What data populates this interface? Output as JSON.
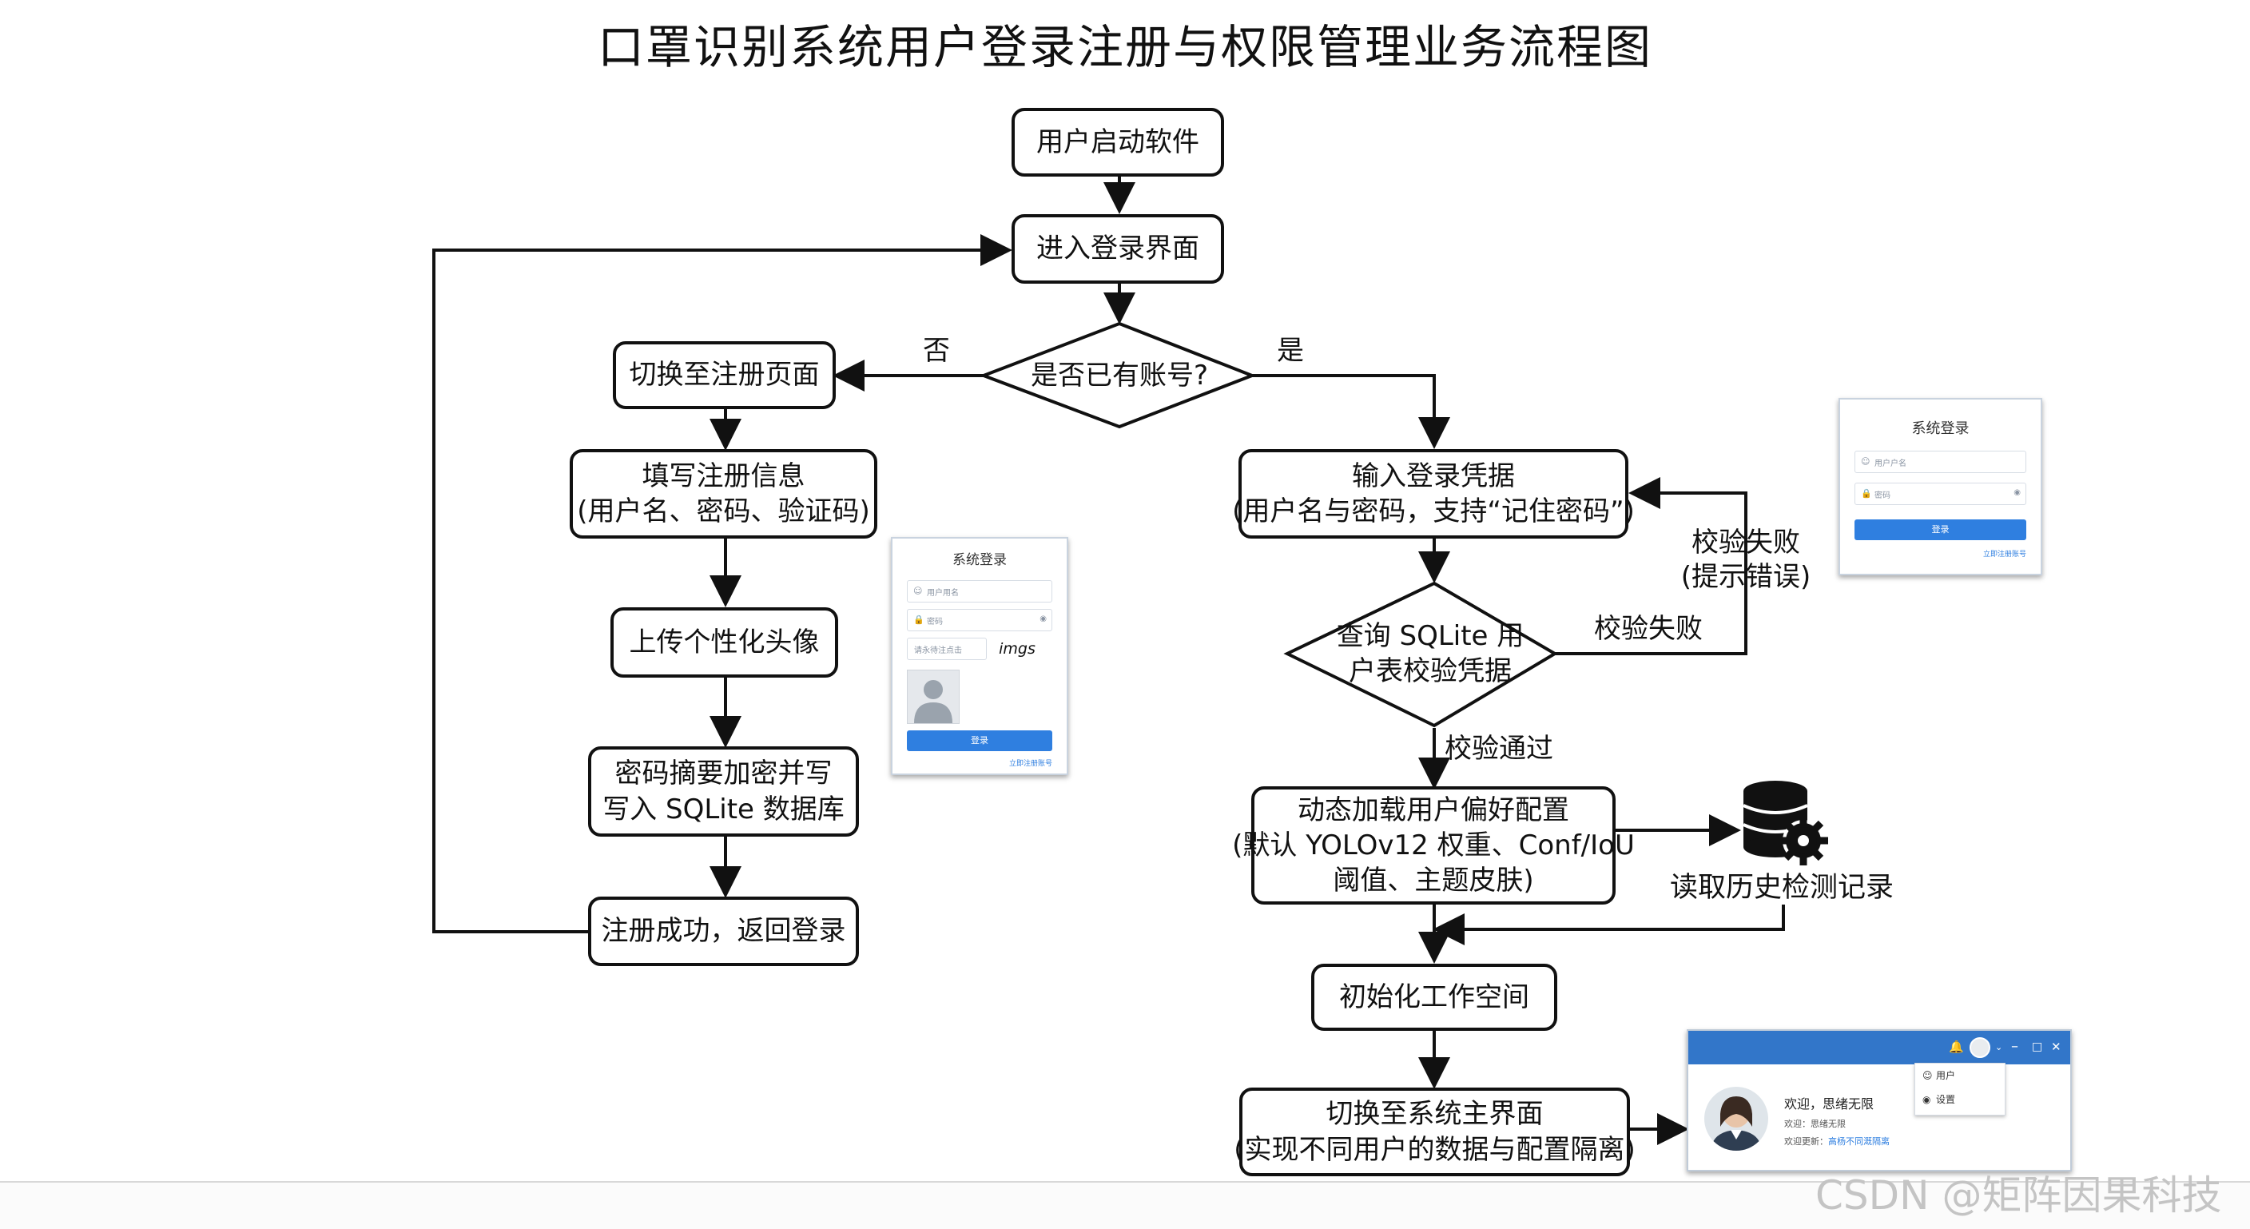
{
  "title": "口罩识别系统用户登录注册与权限管理业务流程图",
  "nodes": {
    "start": [
      "用户启动软件"
    ],
    "login_page": [
      "进入登录界面"
    ],
    "has_account": [
      "是否已有账号?"
    ],
    "switch_register": [
      "切换至注册页面"
    ],
    "fill_register": [
      "填写注册信息",
      "(用户名、密码、验证码)"
    ],
    "upload_avatar": [
      "上传个性化头像"
    ],
    "encrypt_write": [
      "密码摘要加密并写",
      "写入 SQLite 数据库"
    ],
    "register_success": [
      "注册成功，返回登录"
    ],
    "input_credentials": [
      "输入登录凭据",
      "(用户名与密码，支持“记住密码”)"
    ],
    "query_verify": [
      "查询 SQLite 用",
      "户表校验凭据"
    ],
    "load_prefs": [
      "动态加载用户偏好配置",
      "(默认 YOLOv12 权重、Conf/IoU",
      "阈值、主题皮肤)"
    ],
    "read_history": [
      "读取历史检测记录"
    ],
    "init_workspace": [
      "初始化工作空间"
    ],
    "switch_main": [
      "切换至系统主界面",
      "(实现不同用户的数据与配置隔离)"
    ]
  },
  "edge_labels": {
    "no": "否",
    "yes": "是",
    "verify_fail": "校验失败",
    "verify_fail_hint": [
      "校验失败",
      "(提示错误)"
    ],
    "verify_pass": "校验通过"
  },
  "mock_register": {
    "title": "系统登录",
    "username_placeholder": "用户用名",
    "password_placeholder": "密码",
    "captcha_placeholder": "请永待注点击",
    "captcha_text": "imgs",
    "button": "登录",
    "link": "立即注册账号"
  },
  "mock_login": {
    "title": "系统登录",
    "username_placeholder": "用户户名",
    "password_placeholder": "密码",
    "button": "登录",
    "link": "立即注册账号"
  },
  "mock_main": {
    "welcome": "欢迎，思绪无限",
    "line2": "欢迎：思绪无限",
    "line3_label": "欢迎更新：",
    "line3_link": "高杨不同溉隔离",
    "menu": [
      "用户",
      "设置"
    ]
  },
  "watermark": "CSDN @矩阵因果科技",
  "colors": {
    "stroke": "#111111",
    "accent_blue": "#2f7fe0",
    "titlebar_blue": "#3276c9",
    "watermark": "#c4c4c4"
  }
}
